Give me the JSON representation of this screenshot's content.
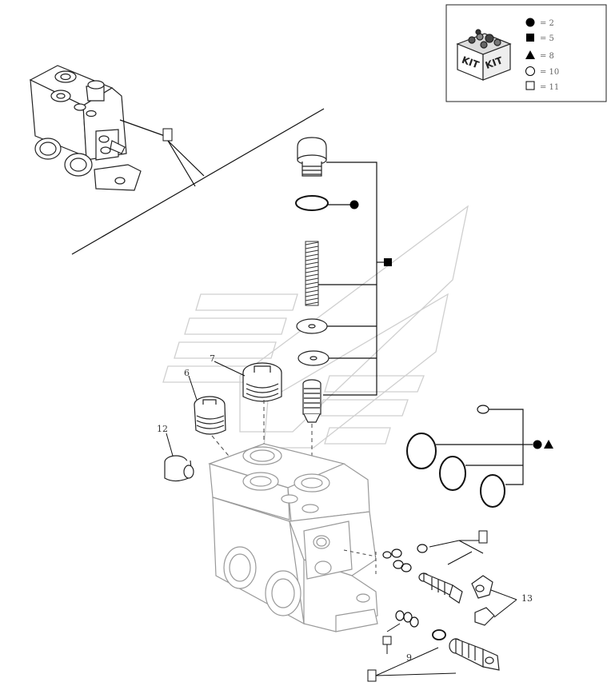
{
  "legend": {
    "kit_labels": [
      "KIT",
      "KIT"
    ],
    "entries": [
      {
        "symbol": "filled-circle",
        "text": "= 2"
      },
      {
        "symbol": "filled-square",
        "text": "= 5"
      },
      {
        "symbol": "filled-triangle",
        "text": "= 8"
      },
      {
        "symbol": "open-circle",
        "text": "= 10"
      },
      {
        "symbol": "open-square",
        "text": "= 11"
      }
    ]
  },
  "callouts": {
    "c6": "6",
    "c7": "7",
    "c12": "12",
    "c13": "13",
    "c9": "9"
  },
  "colors": {
    "line": "#111111",
    "faint": "#9a9a9a",
    "label": "#333333"
  }
}
